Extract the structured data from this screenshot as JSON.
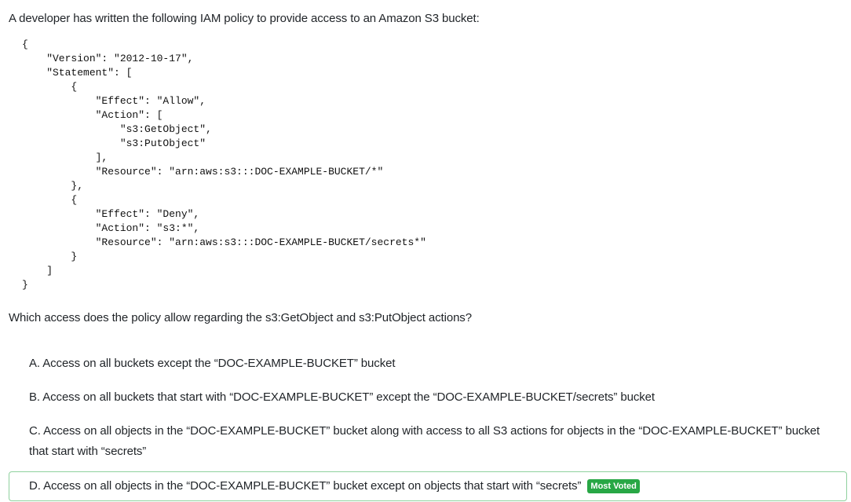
{
  "question": {
    "intro": "A developer has written the following IAM policy to provide access to an Amazon S3 bucket:",
    "code": "{\n    \"Version\": \"2012-10-17\",\n    \"Statement\": [\n        {\n            \"Effect\": \"Allow\",\n            \"Action\": [\n                \"s3:GetObject\",\n                \"s3:PutObject\"\n            ],\n            \"Resource\": \"arn:aws:s3:::DOC-EXAMPLE-BUCKET/*\"\n        },\n        {\n            \"Effect\": \"Deny\",\n            \"Action\": \"s3:*\",\n            \"Resource\": \"arn:aws:s3:::DOC-EXAMPLE-BUCKET/secrets*\"\n        }\n    ]\n}",
    "prompt": "Which access does the policy allow regarding the s3:GetObject and s3:PutObject actions?"
  },
  "choices": [
    {
      "letter": "A.",
      "text": "Access on all buckets except the “DOC-EXAMPLE-BUCKET” bucket"
    },
    {
      "letter": "B.",
      "text": "Access on all buckets that start with “DOC-EXAMPLE-BUCKET” except the “DOC-EXAMPLE-BUCKET/secrets” bucket"
    },
    {
      "letter": "C.",
      "text": "Access on all objects in the “DOC-EXAMPLE-BUCKET” bucket along with access to all S3 actions for objects in the “DOC-EXAMPLE-BUCKET” bucket that start with “secrets”"
    },
    {
      "letter": "D.",
      "text": "Access on all objects in the “DOC-EXAMPLE-BUCKET” bucket except on objects that start with “secrets”",
      "badge": "Most Voted"
    }
  ],
  "colors": {
    "badge": "#28a745",
    "voted_border": "#8fd19e"
  }
}
